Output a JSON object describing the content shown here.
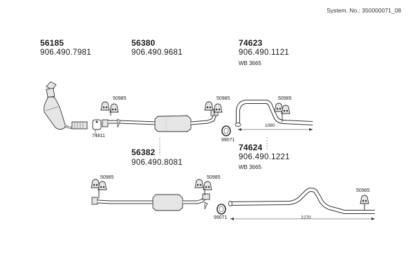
{
  "header": {
    "system_number": "System. No.: 350000071_08"
  },
  "parts": {
    "p1": {
      "number": "56185",
      "oem": "906.490.7981"
    },
    "p2": {
      "number": "56380",
      "oem": "906.490.9681"
    },
    "p3": {
      "number": "74623",
      "oem": "906.490.1121",
      "note": "WB 3665"
    },
    "p4": {
      "number": "56382",
      "oem": "906.490.8081"
    },
    "p5": {
      "number": "74624",
      "oem": "906.490.1221",
      "note": "WB 3665"
    }
  },
  "callouts": {
    "clamp_1": "74811",
    "hanger_1": "50985",
    "hanger_2": "50985",
    "hanger_3": "50985",
    "ring_1": "99071",
    "hanger_4": "50985",
    "hanger_5": "50985",
    "ring_2": "99071",
    "hanger_6": "50985"
  },
  "dimensions": {
    "length_top": "1080",
    "length_bottom": "2270"
  },
  "colors": {
    "line": "#333333",
    "fill": "#e6e6e6",
    "dark": "#555555"
  }
}
